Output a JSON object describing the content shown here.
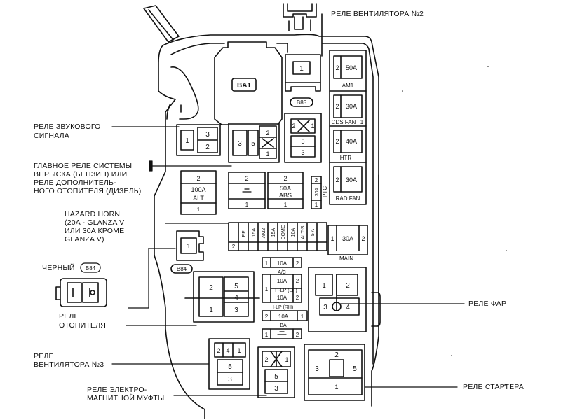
{
  "labels": {
    "fan_relay_2": "РЕЛЕ ВЕНТИЛЯТОРА №2",
    "horn_relay_1": "РЕЛЕ ЗВУКОВОГО",
    "horn_relay_2": "СИГНАЛА",
    "main_relay_1": "ГЛАВНОЕ РЕЛЕ СИСТЕМЫ",
    "main_relay_2": "ВПРЫСКА (БЕНЗИН) ИЛИ",
    "main_relay_3": "РЕЛЕ ДОПОЛНИТЕЛЬ-",
    "main_relay_4": "НОГО ОТОПИТЕЛЯ (ДИЗЕЛЬ)",
    "hazard_1": "HAZARD HORN",
    "hazard_2": "(20A - GLANZA V",
    "hazard_3": "ИЛИ 30A КРОМЕ",
    "hazard_4": "GLANZA V)",
    "black_prefix": "ЧЕРНЫЙ",
    "b84": "B84",
    "heater_relay_1": "РЕЛЕ",
    "heater_relay_2": "ОТОПИТЕЛЯ",
    "fan_relay_3_1": "РЕЛЕ",
    "fan_relay_3_2": "ВЕНТИЛЯТОРА №3",
    "magnetic_clutch_1": "РЕЛЕ ЭЛЕКТРО-",
    "magnetic_clutch_2": "МАГНИТНОЙ МУФТЫ",
    "headlight_relay": "РЕЛЕ ФАР",
    "starter_relay": "РЕЛЕ СТАРТЕРА"
  },
  "box": {
    "ba1": "BA1",
    "b85": "B85",
    "b84_tag": "B84",
    "one": "1",
    "two": "2",
    "three": "3",
    "four": "4",
    "five": "5",
    "fuse_50a": "50A",
    "am1": "AM1",
    "fuse_30a": "30A",
    "cds_fan": "CDS FAN",
    "fuse_40a": "40A",
    "htr": "HTR",
    "rad_fan": "RAD FAN",
    "fuse_100a": "100A",
    "alt": "ALT",
    "abs": "ABS",
    "ptc": "PTC",
    "main": "MAIN",
    "efi": "EFI",
    "am2": "AM2",
    "dome": "DOME",
    "alt_s": "ALT-S",
    "f15a": "15A",
    "f10a": "10A",
    "f5a": "5 A",
    "ac": "A/C",
    "hlp_lh": "H-LP (LH)",
    "hlp_rh": "H-LP (RH)",
    "ba": "BA"
  }
}
